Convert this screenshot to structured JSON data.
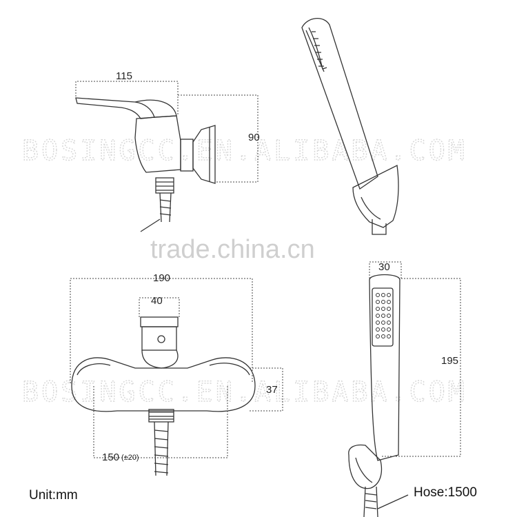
{
  "dimensions": {
    "top_width": "115",
    "top_height": "90",
    "front_width": "190",
    "front_inlet": "40",
    "front_height": "37",
    "centers_main": "150",
    "centers_tol": "(±20)",
    "handshower_head": "30",
    "handshower_length": "195"
  },
  "labels": {
    "unit": "Unit:mm",
    "hose": "Hose:1500"
  },
  "watermarks": {
    "bosing_text": "BOSINGCC.EN.ALIBABA.COM",
    "trade_text": "trade.china.cn"
  },
  "colors": {
    "line": "#333333",
    "watermark": "#d6d6d6"
  }
}
